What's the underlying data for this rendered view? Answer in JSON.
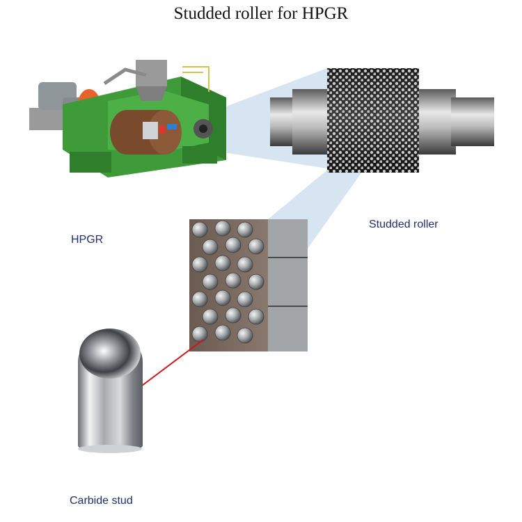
{
  "title": "Studded roller for HPGR",
  "labels": {
    "hpgr": "HPGR",
    "studded_roller": "Studded roller",
    "carbide_stud": "Carbide stud"
  },
  "colors": {
    "machine_green": "#3f9a3a",
    "drum_brown": "#7a4a2c",
    "motor_orange": "#e8632b",
    "callout_blue": "#c9dbee",
    "leader_red": "#d0161b",
    "label_text": "#1f2e6b"
  }
}
